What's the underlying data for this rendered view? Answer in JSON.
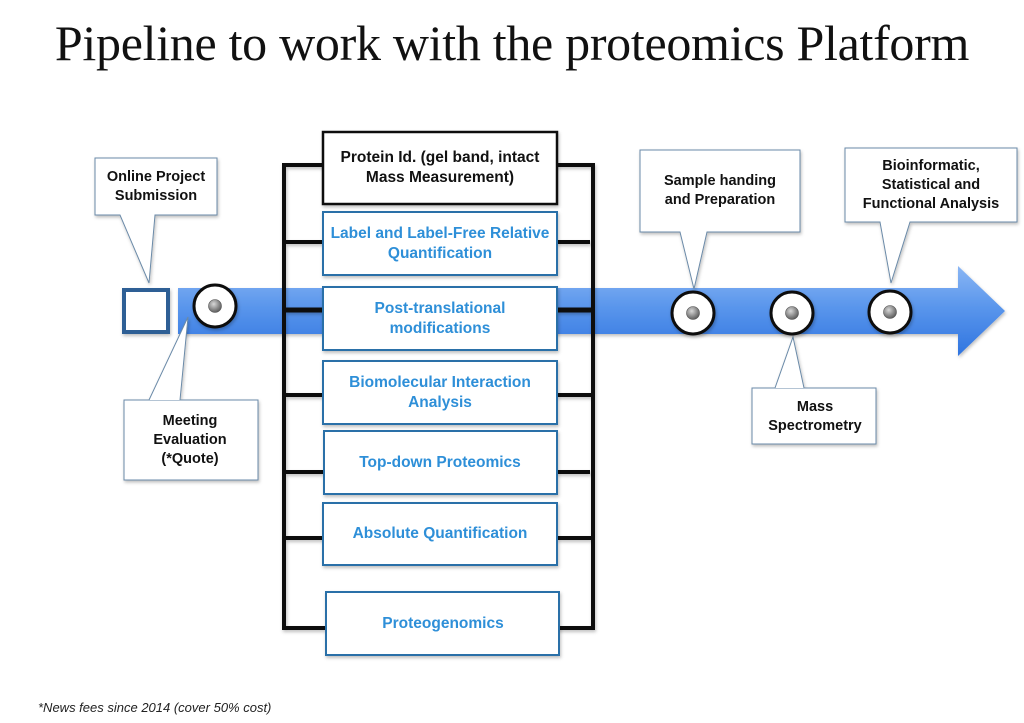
{
  "title": "Pipeline to work with the proteomics Platform",
  "colors": {
    "arrow_blue": "#3f82e6",
    "service_text_blue": "#2e8fd8",
    "service_border_blue": "#2a6fa8",
    "start_box_border": "#2e5f95",
    "callout_border": "#6b8aa8"
  },
  "callouts": {
    "online_submission": "Online Project Submission",
    "meeting_evaluation": "Meeting Evaluation (*Quote)",
    "sample_handling": "Sample handing and Preparation",
    "mass_spectrometry": "Mass Spectrometry",
    "bioinformatic": "Bioinformatic, Statistical and Functional Analysis"
  },
  "services": [
    {
      "label": "Protein Id. (gel band, intact Mass Measurement)",
      "style": "black"
    },
    {
      "label": "Label and Label-Free Relative Quantification",
      "style": "blue"
    },
    {
      "label": "Post-translational modifications",
      "style": "blue"
    },
    {
      "label": "Biomolecular Interaction Analysis",
      "style": "blue"
    },
    {
      "label": "Top-down Proteomics",
      "style": "blue"
    },
    {
      "label": "Absolute Quantification",
      "style": "blue"
    },
    {
      "label": "Proteogenomics",
      "style": "blue"
    }
  ],
  "footnote": "*News fees since 2014  (cover 50% cost)"
}
